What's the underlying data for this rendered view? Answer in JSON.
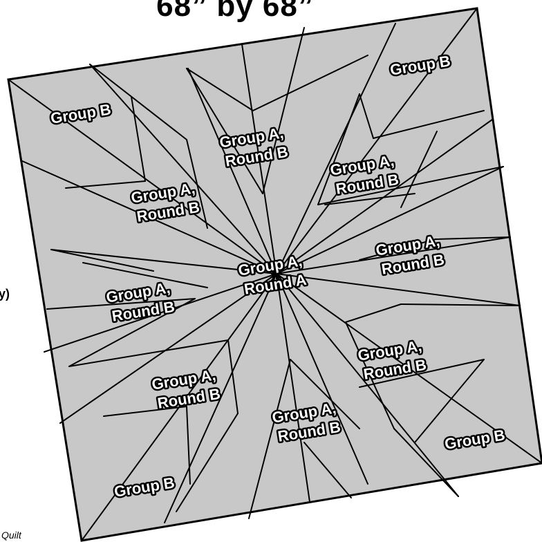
{
  "title": "68” by 68”",
  "edge_texts": {
    "left": "y)",
    "bottom": "Quilt"
  },
  "colors": {
    "fill": "#c8c8c8",
    "line": "#000000",
    "label_fill": "#ffffff",
    "label_outline": "#000000"
  },
  "labels": {
    "top_left": "Group B",
    "top_right": "Group B",
    "bottom_left": "Group B",
    "bottom_right": "Group B",
    "upper_left": [
      "Group A,",
      "Round B"
    ],
    "upper_center": [
      "Group A,",
      "Round B"
    ],
    "upper_right": [
      "Group A,",
      "Round B"
    ],
    "right": [
      "Group A,",
      "Round B"
    ],
    "center": [
      "Group A,",
      "Round A"
    ],
    "left": [
      "Group A,",
      "Round B"
    ],
    "lower_left": [
      "Group A,",
      "Round B"
    ],
    "lower_center": [
      "Group A,",
      "Round B"
    ],
    "lower_right": [
      "Group A,",
      "Round B"
    ]
  }
}
